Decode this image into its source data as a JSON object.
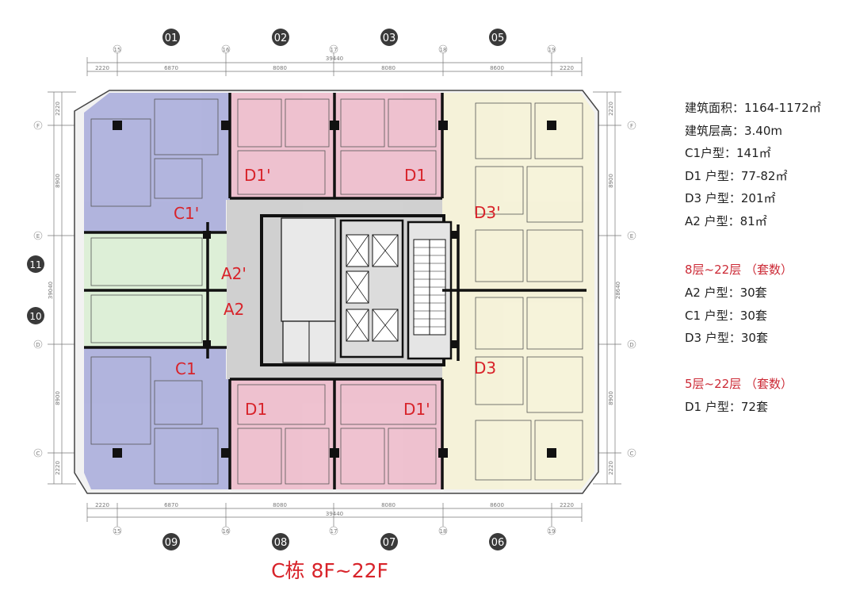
{
  "colors": {
    "unit_c": "#aeb1dc",
    "unit_d1": "#eebfce",
    "unit_d3": "#f6f2d8",
    "unit_a": "#dcefd6",
    "core": "#cfcfcf",
    "wall": "#111111",
    "label_red": "#d8232a"
  },
  "top_circles": [
    "01",
    "02",
    "03",
    "05"
  ],
  "bottom_circles": [
    "09",
    "08",
    "07",
    "06"
  ],
  "left_circles": [
    "11",
    "10"
  ],
  "unit_labels": {
    "c1p": "C1'",
    "d1p_top": "D1'",
    "d1_top": "D1",
    "d3p": "D3'",
    "a2p": "A2'",
    "a2": "A2",
    "c1": "C1",
    "d1_bot": "D1",
    "d1p_bot": "D1'",
    "d3": "D3"
  },
  "dims": {
    "top": [
      "2220",
      "6870",
      "8080",
      "8080",
      "8600",
      "2220"
    ],
    "top_total": "39440",
    "bottom": [
      "2220",
      "6870",
      "8080",
      "8080",
      "8600",
      "2220"
    ],
    "bottom_total": "39440",
    "left": [
      "2220",
      "8900",
      "8900",
      "2220"
    ],
    "left_mid": "39040",
    "right": [
      "2220",
      "8900",
      "8900",
      "2220"
    ],
    "right_mid": "28640"
  },
  "axis_labels": {
    "cols": [
      "15",
      "16",
      "17",
      "18",
      "19"
    ],
    "rows": [
      "F",
      "E",
      "D",
      "C"
    ]
  },
  "info": {
    "area": "建筑面积：1164-1172㎡",
    "height": "建筑层高：3.40m",
    "c1": "C1户型：141㎡",
    "d1": "D1  户型：77-82㎡",
    "d3": "D3  户型：201㎡",
    "a2": "A2  户型：81㎡",
    "sec1_title": "8层~22层  （套数）",
    "sec1_a2": "A2   户型：30套",
    "sec1_c1": "C1   户型：30套",
    "sec1_d3": "D3   户型：30套",
    "sec2_title": "5层~22层  （套数）",
    "sec2_d1": "D1   户型：72套"
  },
  "caption": "C栋 8F~22F"
}
